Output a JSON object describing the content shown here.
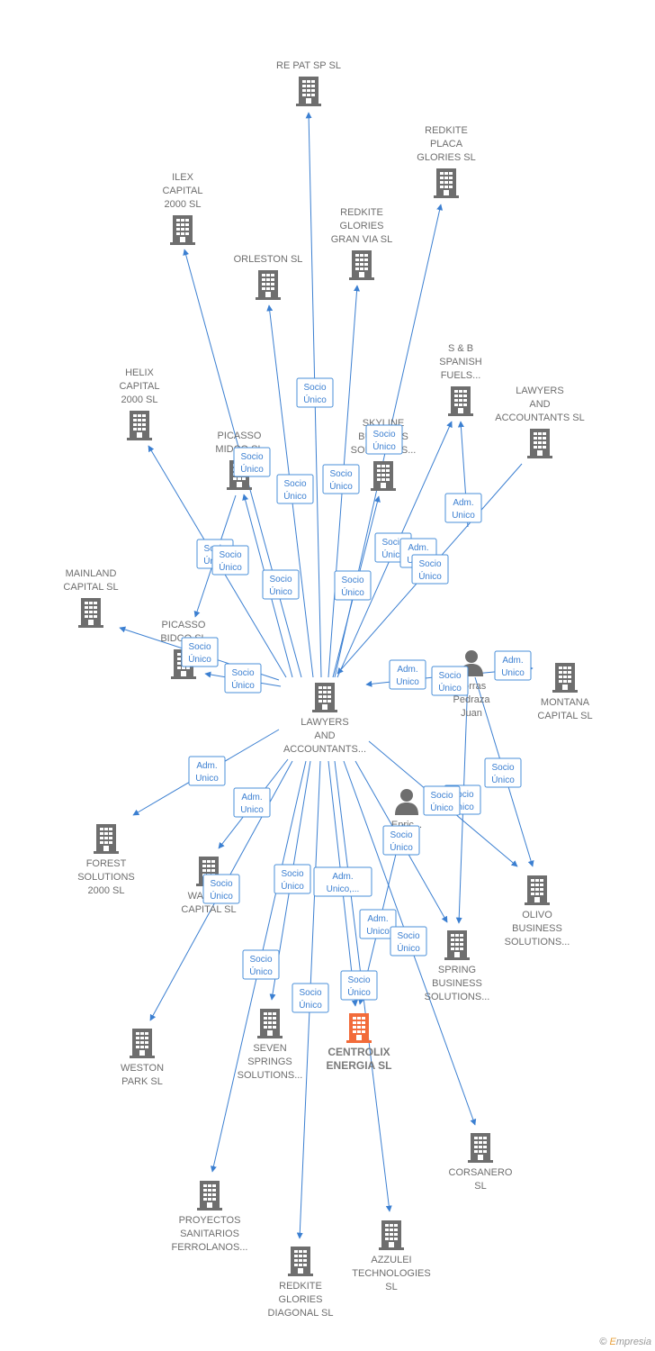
{
  "diagram": {
    "colors": {
      "edge": "#3b7fd1",
      "building": "#6e6e6e",
      "focus_building": "#f26b3a",
      "person": "#6e6e6e",
      "label": "#6e6e6e"
    },
    "nodes": [
      {
        "id": "center",
        "kind": "company",
        "lines": [
          "LAWYERS",
          "AND",
          "ACCOUNTANTS..."
        ]
      },
      {
        "id": "repat",
        "kind": "company",
        "lines": [
          "RE PAT SP  SL"
        ]
      },
      {
        "id": "placa",
        "kind": "company",
        "lines": [
          "REDKITE",
          "PLACA",
          "GLORIES  SL"
        ]
      },
      {
        "id": "ilex",
        "kind": "company",
        "lines": [
          "ILEX",
          "CAPITAL",
          "2000  SL"
        ]
      },
      {
        "id": "granvia",
        "kind": "company",
        "lines": [
          "REDKITE",
          "GLORIES",
          "GRAN VIA  SL"
        ]
      },
      {
        "id": "orleston",
        "kind": "company",
        "lines": [
          "ORLESTON  SL"
        ]
      },
      {
        "id": "sb",
        "kind": "company",
        "lines": [
          "S & B",
          "SPANISH",
          "FUELS..."
        ]
      },
      {
        "id": "lawyers2",
        "kind": "company",
        "lines": [
          "LAWYERS",
          "AND",
          "ACCOUNTANTS SL"
        ]
      },
      {
        "id": "helix",
        "kind": "company",
        "lines": [
          "HELIX",
          "CAPITAL",
          "2000  SL"
        ]
      },
      {
        "id": "picasso1",
        "kind": "company",
        "lines": [
          "PICASSO",
          "MIDCO SL"
        ]
      },
      {
        "id": "skyline",
        "kind": "company",
        "lines": [
          "SKYLINE",
          "BUSINESS",
          "SOLUTIONS..."
        ]
      },
      {
        "id": "mainland",
        "kind": "company",
        "lines": [
          "MAINLAND",
          "CAPITAL  SL"
        ]
      },
      {
        "id": "picasso2",
        "kind": "company",
        "lines": [
          "PICASSO",
          "BIDCO  SL"
        ]
      },
      {
        "id": "porras",
        "kind": "person",
        "lines": [
          "Porras",
          "Pedraza",
          "Juan"
        ]
      },
      {
        "id": "montana",
        "kind": "company",
        "lines": [
          "MONTANA",
          "CAPITAL  SL"
        ]
      },
      {
        "id": "forest",
        "kind": "company",
        "lines": [
          "FOREST",
          "SOLUTIONS",
          "2000  SL"
        ]
      },
      {
        "id": "walden",
        "kind": "company",
        "lines": [
          "WALDEN",
          "CAPITAL  SL"
        ]
      },
      {
        "id": "person2",
        "kind": "person",
        "lines": [
          "Enric...",
          "...",
          "..."
        ]
      },
      {
        "id": "olivo",
        "kind": "company",
        "lines": [
          "OLIVO",
          "BUSINESS",
          "SOLUTIONS..."
        ]
      },
      {
        "id": "spring",
        "kind": "company",
        "lines": [
          "SPRING",
          "BUSINESS",
          "SOLUTIONS..."
        ]
      },
      {
        "id": "weston",
        "kind": "company",
        "lines": [
          "WESTON",
          "PARK  SL"
        ]
      },
      {
        "id": "seven",
        "kind": "company",
        "lines": [
          "SEVEN",
          "SPRINGS",
          "SOLUTIONS..."
        ]
      },
      {
        "id": "centrolix",
        "kind": "focus",
        "lines": [
          "CENTROLIX",
          "ENERGIA  SL"
        ]
      },
      {
        "id": "corsanero",
        "kind": "company",
        "lines": [
          "CORSANERO",
          "SL"
        ]
      },
      {
        "id": "proyectos",
        "kind": "company",
        "lines": [
          "PROYECTOS",
          "SANITARIOS",
          "FERROLANOS..."
        ]
      },
      {
        "id": "azzulei",
        "kind": "company",
        "lines": [
          "AZZULEI",
          "TECHNOLOGIES",
          "SL"
        ]
      },
      {
        "id": "diagonal",
        "kind": "company",
        "lines": [
          "REDKITE",
          "GLORIES",
          "DIAGONAL  SL"
        ]
      }
    ],
    "edges": [
      {
        "from": "center",
        "to": "repat"
      },
      {
        "from": "center",
        "to": "placa"
      },
      {
        "from": "center",
        "to": "ilex"
      },
      {
        "from": "center",
        "to": "granvia"
      },
      {
        "from": "center",
        "to": "orleston"
      },
      {
        "from": "center",
        "to": "sb"
      },
      {
        "from": "center",
        "to": "helix"
      },
      {
        "from": "center",
        "to": "picasso1"
      },
      {
        "from": "center",
        "to": "skyline"
      },
      {
        "from": "center",
        "to": "mainland"
      },
      {
        "from": "center",
        "to": "picasso2"
      },
      {
        "from": "center",
        "to": "forest"
      },
      {
        "from": "center",
        "to": "walden"
      },
      {
        "from": "center",
        "to": "weston"
      },
      {
        "from": "center",
        "to": "seven"
      },
      {
        "from": "center",
        "to": "centrolix"
      },
      {
        "from": "center",
        "to": "proyectos"
      },
      {
        "from": "center",
        "to": "diagonal"
      },
      {
        "from": "center",
        "to": "azzulei"
      },
      {
        "from": "center",
        "to": "corsanero"
      },
      {
        "from": "center",
        "to": "spring"
      },
      {
        "from": "center",
        "to": "olivo"
      },
      {
        "from": "lawyers2",
        "to": "center"
      },
      {
        "from": "picasso1",
        "to": "picasso2"
      },
      {
        "from": "porras",
        "to": "sb"
      },
      {
        "from": "porras",
        "to": "center"
      },
      {
        "from": "porras",
        "to": "montana"
      },
      {
        "from": "porras",
        "to": "olivo"
      },
      {
        "from": "porras",
        "to": "spring"
      },
      {
        "from": "person2",
        "to": "centrolix"
      }
    ],
    "edge_labels": [
      {
        "id": "l1",
        "lines": [
          "Socio",
          "Único"
        ]
      },
      {
        "id": "l2",
        "lines": [
          "Socio",
          "Único"
        ]
      },
      {
        "id": "l3",
        "lines": [
          "Socio",
          "Único"
        ]
      },
      {
        "id": "l4",
        "lines": [
          "Socio",
          "Único"
        ]
      },
      {
        "id": "l5",
        "lines": [
          "Socio",
          "Único"
        ]
      },
      {
        "id": "l6",
        "lines": [
          "Adm.",
          "Unico"
        ]
      },
      {
        "id": "l7",
        "lines": [
          "Socio",
          "Único"
        ]
      },
      {
        "id": "l8",
        "lines": [
          "Socio",
          "Único"
        ]
      },
      {
        "id": "l9",
        "lines": [
          "Socio",
          "Único"
        ]
      },
      {
        "id": "l10",
        "lines": [
          "Socio",
          "Único"
        ]
      },
      {
        "id": "l11",
        "lines": [
          "Socio",
          "Único"
        ]
      },
      {
        "id": "l12",
        "lines": [
          "Adm.",
          "Unico"
        ]
      },
      {
        "id": "l13",
        "lines": [
          "Socio",
          "Único"
        ]
      },
      {
        "id": "l14",
        "lines": [
          "Socio",
          "Único"
        ]
      },
      {
        "id": "l15",
        "lines": [
          "Adm.",
          "Unico"
        ]
      },
      {
        "id": "l16",
        "lines": [
          "Socio",
          "Único"
        ]
      },
      {
        "id": "l17",
        "lines": [
          "Adm.",
          "Unico"
        ]
      },
      {
        "id": "l18",
        "lines": [
          "Socio",
          "Único"
        ]
      },
      {
        "id": "l19",
        "lines": [
          "Adm.",
          "Unico"
        ]
      },
      {
        "id": "l20",
        "lines": [
          "Socio",
          "Único"
        ]
      },
      {
        "id": "l21",
        "lines": [
          "Adm.",
          "Unico"
        ]
      },
      {
        "id": "l22",
        "lines": [
          "Socio",
          "Único"
        ]
      },
      {
        "id": "l23",
        "lines": [
          "Socio",
          "Único"
        ]
      },
      {
        "id": "l24",
        "lines": [
          "Socio",
          "Único"
        ]
      },
      {
        "id": "l25",
        "lines": [
          "Socio",
          "Único"
        ]
      },
      {
        "id": "l26",
        "lines": [
          "Socio",
          "Único"
        ]
      },
      {
        "id": "l27",
        "lines": [
          "Adm.",
          "Unico,..."
        ]
      },
      {
        "id": "l28",
        "lines": [
          "Adm.",
          "Unico"
        ]
      },
      {
        "id": "l29",
        "lines": [
          "Socio",
          "Único"
        ]
      },
      {
        "id": "l30",
        "lines": [
          "Socio",
          "Único"
        ]
      },
      {
        "id": "l31",
        "lines": [
          "Socio",
          "Único"
        ]
      },
      {
        "id": "l32",
        "lines": [
          "Socio",
          "Único"
        ]
      },
      {
        "id": "l33",
        "lines": [
          "Socio",
          "Único"
        ]
      }
    ]
  },
  "footer": {
    "copyright": "©",
    "brand_first": "E",
    "brand_rest": "mpresia"
  }
}
